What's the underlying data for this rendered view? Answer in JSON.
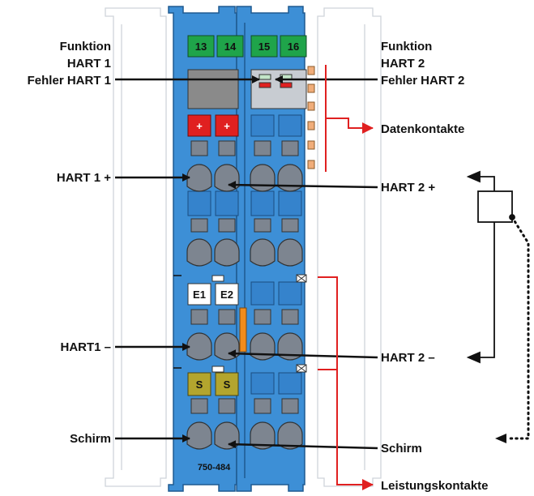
{
  "labels": {
    "left": {
      "funktion_1": "Funktion",
      "hart_1": "HART 1",
      "fehler_hart_1": "Fehler HART 1",
      "hart_1_plus": "HART 1 +",
      "hart_1_minus": "HART1 –",
      "schirm": "Schirm"
    },
    "right": {
      "funktion_2": "Funktion",
      "hart_2": "HART 2",
      "fehler_hart_2": "Fehler HART 2",
      "datenkontakte": "Datenkontakte",
      "hart_2_plus": "HART 2 +",
      "hart_2_minus": "HART 2 –",
      "schirm": "Schirm",
      "leistungskontakte": "Leistungskontakte"
    }
  },
  "module": {
    "terminals_top": [
      "13",
      "14",
      "15",
      "16"
    ],
    "plus_marks": [
      "+",
      "+"
    ],
    "e_labels": [
      "E1",
      "E2"
    ],
    "s_labels": [
      "S",
      "S"
    ],
    "model": "750-484"
  },
  "colors": {
    "module_blue": "#3d8fd6",
    "module_dark_blue": "#2f79bf",
    "terminal_green": "#1fa44a",
    "error_red": "#e02020",
    "shield_olive": "#b3a52e",
    "contact_orange": "#f0ad7a",
    "power_orange": "#f28c1c",
    "arrow_red": "#e02020"
  }
}
